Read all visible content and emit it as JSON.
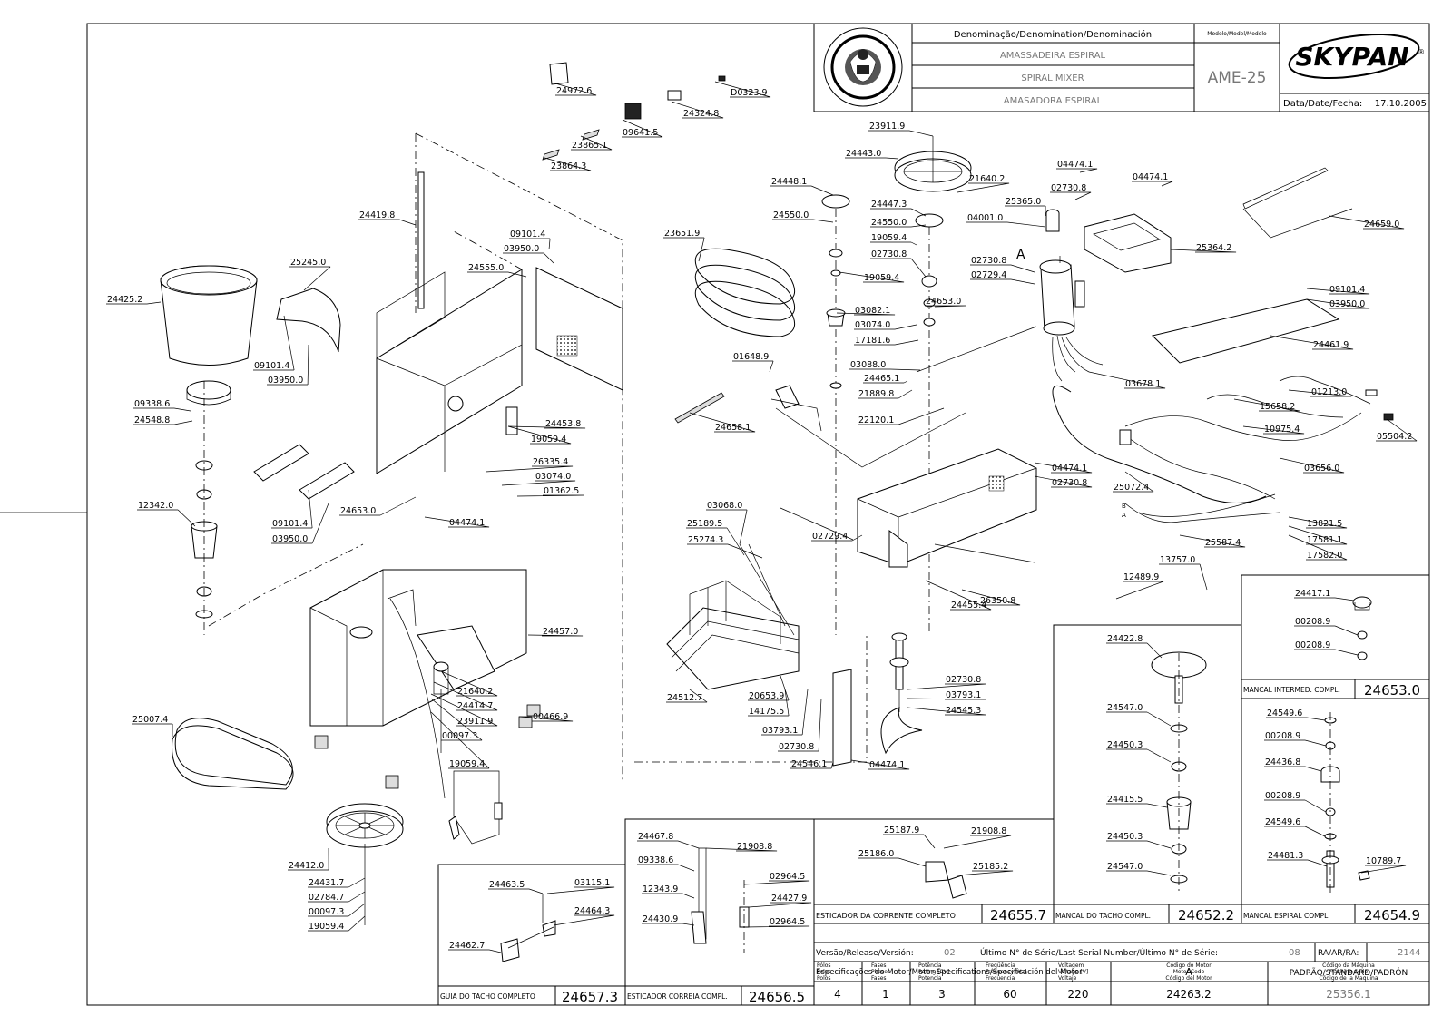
{
  "title_block": {
    "denomination_header": "Denominação/Denomination/Denominación",
    "name_pt": "AMASSADEIRA ESPIRAL",
    "name_en": "SPIRAL MIXER",
    "name_es": "AMASADORA ESPIRAL",
    "model_header": "Modelo/Model/Modelo",
    "model": "AME-25",
    "brand": "SKYPAN",
    "date_label": "Data/Date/Fecha:",
    "date": "17.10.2005",
    "version_label": "Versão/Release/Versión:",
    "version": "02",
    "serial_label": "Último N° de Série/Last Serial Number/Último N° de Série:",
    "serial": "08",
    "ra_label": "RA/AR/RA:",
    "ra": "2144",
    "motor_spec_label": "Especificações do Motor/Motor Specifications/Specificación del Motor",
    "motor_ref": "A",
    "standard": "PADRÃO/STANDARD/PADRÓN",
    "poles_label": [
      "Pólos",
      "Poles",
      "Polos"
    ],
    "phases_label": [
      "Fases",
      "Phases",
      "Fases"
    ],
    "power_label": [
      "Potência",
      "Rating [CV]",
      "Potencia"
    ],
    "freq_label": [
      "Freqüência",
      "Frequency [Hz]",
      "Frecuencia"
    ],
    "voltage_label": [
      "Voltagem",
      "Voltage [V]",
      "Voltaje"
    ],
    "motor_code_label": [
      "Código do Motor",
      "Motor Code",
      "Código del Motor"
    ],
    "machine_code_label": [
      "Código da Máquina",
      "Machine Code",
      "Código de la Maquina"
    ],
    "poles": "4",
    "phases": "1",
    "power": "3",
    "frequency": "60",
    "voltage": "220",
    "motor_code": "24263.2",
    "machine_code": "25356.1"
  },
  "assemblies": [
    {
      "name": "ESTICADOR DA CORRENTE COMPLETO",
      "code": "24655.7"
    },
    {
      "name": "MANCAL DO TACHO COMPL.",
      "code": "24652.2"
    },
    {
      "name": "MANCAL ESPIRAL COMPL.",
      "code": "24654.9"
    },
    {
      "name": "MANCAL INTERMED. COMPL.",
      "code": "24653.0"
    },
    {
      "name": "GUIA DO TACHO COMPLETO",
      "code": "24657.3"
    },
    {
      "name": "ESTICADOR CORREIA COMPL.",
      "code": "24656.5"
    }
  ],
  "motor_letter": "A",
  "wire_marks": [
    "B",
    "A"
  ],
  "part_labels": [
    "24972.6",
    "D0323.9",
    "24324.8",
    "09641.5",
    "23865.1",
    "23864.3",
    "24419.8",
    "09101.4",
    "03950.0",
    "24555.0",
    "25245.0",
    "24425.2",
    "09101.4",
    "03950.0",
    "24453.8",
    "19059.4",
    "09338.6",
    "24548.8",
    "26335.4",
    "03074.0",
    "01362.5",
    "12342.0",
    "09101.4",
    "03950.0",
    "24653.0",
    "04474.1",
    "24457.0",
    "21640.2",
    "24414.7",
    "23911.9",
    "00466.9",
    "00097.3",
    "19059.4",
    "25007.4",
    "24412.0",
    "24431.7",
    "02784.7",
    "00097.3",
    "19059.4",
    "23911.9",
    "24443.0",
    "21640.2",
    "24448.1",
    "24447.3",
    "24550.0",
    "24550.0",
    "19059.4",
    "02730.8",
    "19059.4",
    "24653.0",
    "03082.1",
    "03074.0",
    "17181.6",
    "03088.0",
    "24465.1",
    "21889.8",
    "22120.1",
    "01648.9",
    "24658.1",
    "23651.9",
    "04474.1",
    "02730.8",
    "04474.1",
    "25365.0",
    "04001.0",
    "02730.8",
    "02729.4",
    "25364.2",
    "24659.0",
    "09101.4",
    "03950.0",
    "24461.9",
    "03678.1",
    "01213.0",
    "15658.2",
    "05504.2",
    "10975.4",
    "03656.0",
    "25072.4",
    "04474.1",
    "02730.8",
    "13821.5",
    "17581.1",
    "17582.0",
    "25587.4",
    "13757.0",
    "12489.9",
    "03068.0",
    "25189.5",
    "25274.3",
    "02729.4",
    "24455.4",
    "26350.8",
    "24512.7",
    "20653.9",
    "14175.5",
    "03793.1",
    "02730.8",
    "24546.1",
    "04474.1",
    "02730.8",
    "03793.1",
    "24545.3",
    "24463.5",
    "03115.1",
    "24464.3",
    "24462.7",
    "24467.8",
    "21908.8",
    "09338.6",
    "12343.9",
    "24430.9",
    "02964.5",
    "24427.9",
    "02964.5",
    "25187.9",
    "21908.8",
    "25186.0",
    "25185.2",
    "24422.8",
    "24547.0",
    "24450.3",
    "24415.5",
    "24450.3",
    "24547.0",
    "24417.1",
    "00208.9",
    "00208.9",
    "24549.6",
    "00208.9",
    "24436.8",
    "00208.9",
    "24549.6",
    "24481.3",
    "10789.7"
  ]
}
